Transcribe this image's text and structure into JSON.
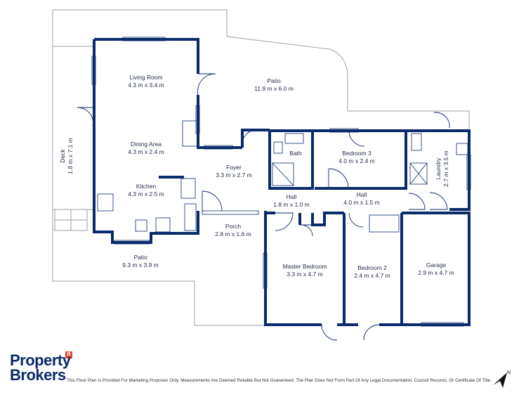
{
  "rooms": [
    {
      "id": "living-room",
      "name": "Living Room",
      "size": "4.3 m x 3.4 m"
    },
    {
      "id": "dining-area",
      "name": "Dining Area",
      "size": "4.3 m x 2.4 m"
    },
    {
      "id": "kitchen",
      "name": "Kitchen",
      "size": "4.3 m x 2.5 m"
    },
    {
      "id": "patio-top",
      "name": "Patio",
      "size": "11.9 m x 6.0 m"
    },
    {
      "id": "deck",
      "name": "Deck",
      "size": "1.8 m x 7.1 m"
    },
    {
      "id": "foyer",
      "name": "Foyer",
      "size": "3.3 m x 2.7 m"
    },
    {
      "id": "bath",
      "name": "Bath",
      "size": ""
    },
    {
      "id": "bedroom-3",
      "name": "Bedroom 3",
      "size": "4.0 m x 2.4 m"
    },
    {
      "id": "laundry",
      "name": "Laundry",
      "size": "2.7 m x 3.5 m"
    },
    {
      "id": "hall-1",
      "name": "Hall",
      "size": "1.8 m x 1.0 m"
    },
    {
      "id": "hall-2",
      "name": "Hall",
      "size": "4.0 m x 1.5 m"
    },
    {
      "id": "porch",
      "name": "Porch",
      "size": "2.8 m x 1.6 m"
    },
    {
      "id": "patio-bottom",
      "name": "Patio",
      "size": "9.3 m x 3.9 m"
    },
    {
      "id": "master-bedroom",
      "name": "Master Bedroom",
      "size": "3.3 m x 4.7 m"
    },
    {
      "id": "bedroom-2",
      "name": "Bedroom 2",
      "size": "2.4 m x 4.7 m"
    },
    {
      "id": "garage",
      "name": "Garage",
      "size": "2.9 m x 4.7 m"
    }
  ],
  "brand": {
    "line1": "Property",
    "line2": "Brokers",
    "mark": "B"
  },
  "disclaimer": "This Floor Plan Is Provided For Marketing Purposes Only. Measurements Are Deemed Reliable But Not Guaranteed. The Plan Does Not Form Part Of Any Legal Documentation, Council Records, Or Certificate Of Title.",
  "north_label": "N",
  "colors": {
    "wall": "#0b2a6b",
    "outline": "#8a8f98",
    "brand": "#0b2a6b",
    "brand_accent": "#e04a2f"
  }
}
